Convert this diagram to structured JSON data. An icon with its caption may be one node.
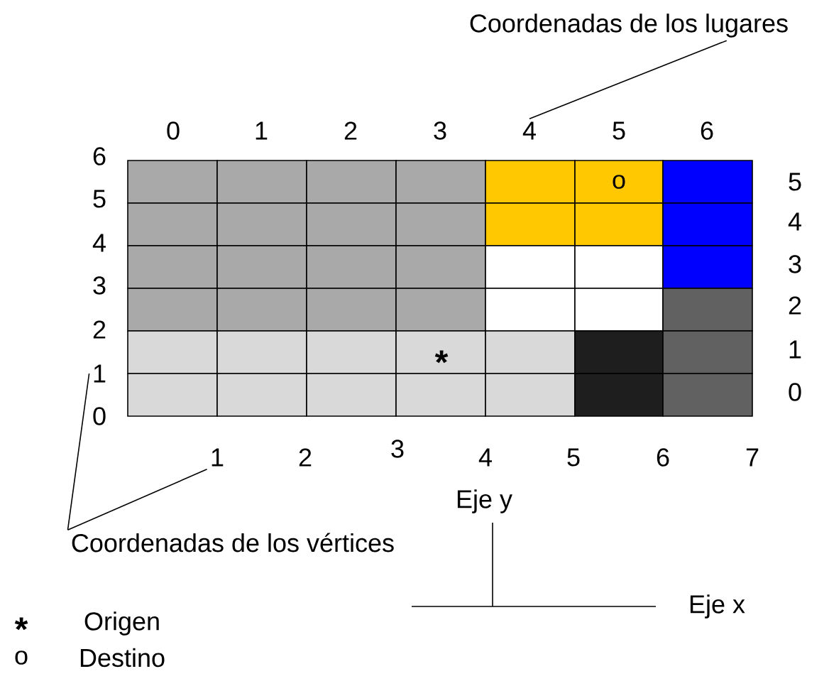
{
  "diagram": {
    "nodes": [
      {
        "text": [
          "Coordenadas de los lugares"
        ]
      },
      {
        "text": [
          "Coordenadas de los vértices"
        ]
      },
      {
        "text": [
          "4"
        ]
      },
      {
        "text": [
          "1"
        ]
      },
      {
        "text": [
          "1"
        ]
      }
    ],
    "edges": [
      {
        "from": 0,
        "to": 2,
        "arrow": "none"
      },
      {
        "from": 1,
        "to": 3,
        "arrow": "none"
      },
      {
        "from": 1,
        "to": 4,
        "arrow": "none"
      }
    ],
    "labels": [
      "0",
      "1",
      "2",
      "3",
      "5",
      "6",
      "o",
      "6",
      "5",
      "4",
      "3",
      "2",
      "0",
      "5",
      "4",
      "3",
      "2",
      "1",
      "0",
      "*",
      "2",
      "3",
      "4",
      "5",
      "6",
      "7",
      "Eje y",
      "*",
      "Origen",
      "Eje x",
      "o",
      "Destino"
    ]
  }
}
